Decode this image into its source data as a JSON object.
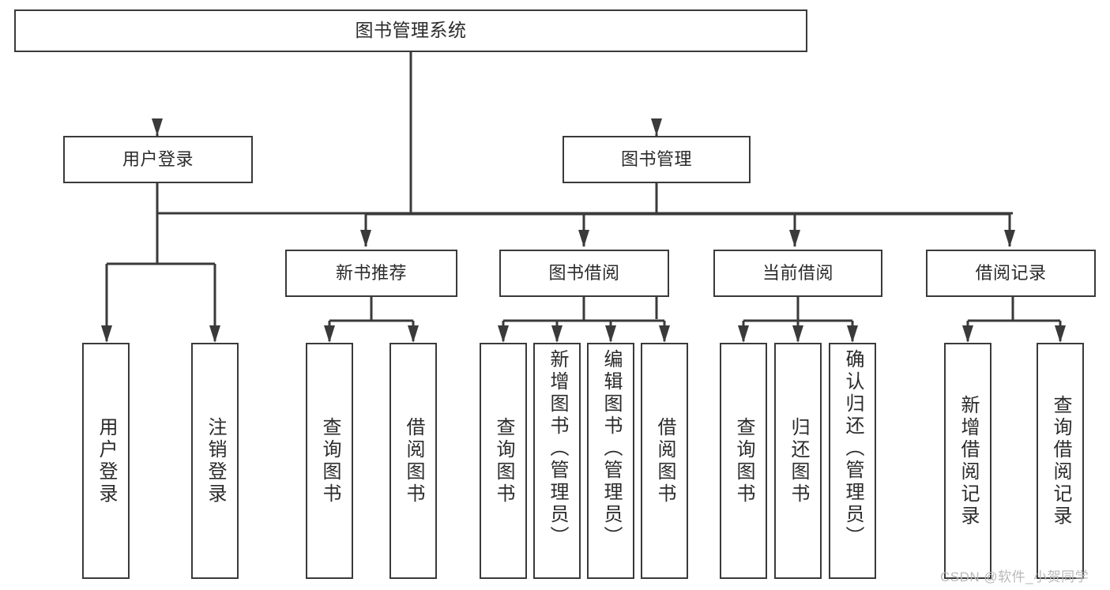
{
  "diagram": {
    "title": "图书管理系统",
    "type": "tree-hierarchy-chart",
    "root": {
      "label": "图书管理系统"
    },
    "level2": [
      {
        "label": "用户登录"
      },
      {
        "label": "图书管理"
      }
    ],
    "level3": [
      {
        "label": "新书推荐"
      },
      {
        "label": "图书借阅"
      },
      {
        "label": "当前借阅"
      },
      {
        "label": "借阅记录"
      }
    ],
    "leaves": {
      "user_login": [
        {
          "label": "用户登录"
        },
        {
          "label": "注销登录"
        }
      ],
      "new_book_recommend": [
        {
          "label": "查询图书"
        },
        {
          "label": "借阅图书"
        }
      ],
      "book_borrow": [
        {
          "label": "查询图书"
        },
        {
          "label": "新增图书（管理员）"
        },
        {
          "label": "编辑图书（管理员）"
        },
        {
          "label": "借阅图书"
        }
      ],
      "current_borrow": [
        {
          "label": "查询图书"
        },
        {
          "label": "归还图书"
        },
        {
          "label": "确认归还（管理员）"
        }
      ],
      "borrow_records": [
        {
          "label": "新增借阅记录"
        },
        {
          "label": "查询借阅记录"
        }
      ]
    }
  },
  "watermark": {
    "text": "CSDN @软件_小贺同学"
  },
  "colors": {
    "stroke": "#3a3a3a",
    "text": "#2b2b2b",
    "background": "#ffffff",
    "watermark": "#b9b9b9"
  }
}
